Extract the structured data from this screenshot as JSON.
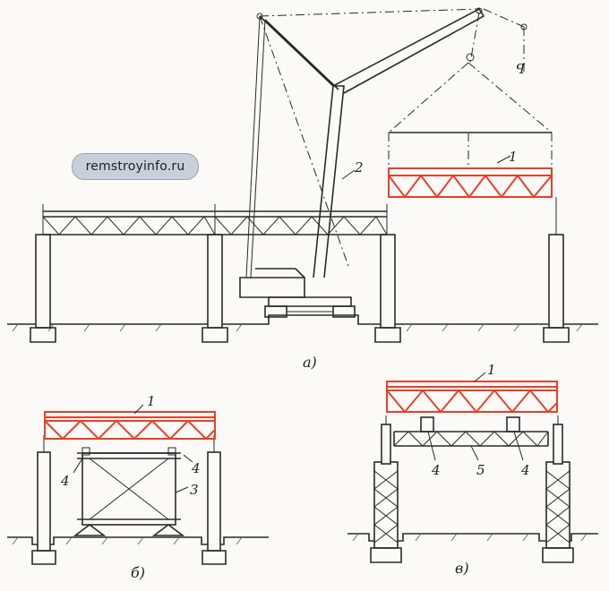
{
  "watermark": "remstroyinfo.ru",
  "captions": {
    "a": "а)",
    "b": "б)",
    "v": "в)"
  },
  "labels": {
    "a_truss": "1",
    "a_crane": "2",
    "b_truss": "1",
    "b_support_left": "4",
    "b_support_right": "4",
    "b_frame": "3",
    "v_truss": "1",
    "v_support_left": "4",
    "v_beam": "5",
    "v_support_right": "4"
  },
  "colors": {
    "highlight": "#e8402a",
    "line": "#2a2a2a",
    "background": "#fbfaf6"
  }
}
